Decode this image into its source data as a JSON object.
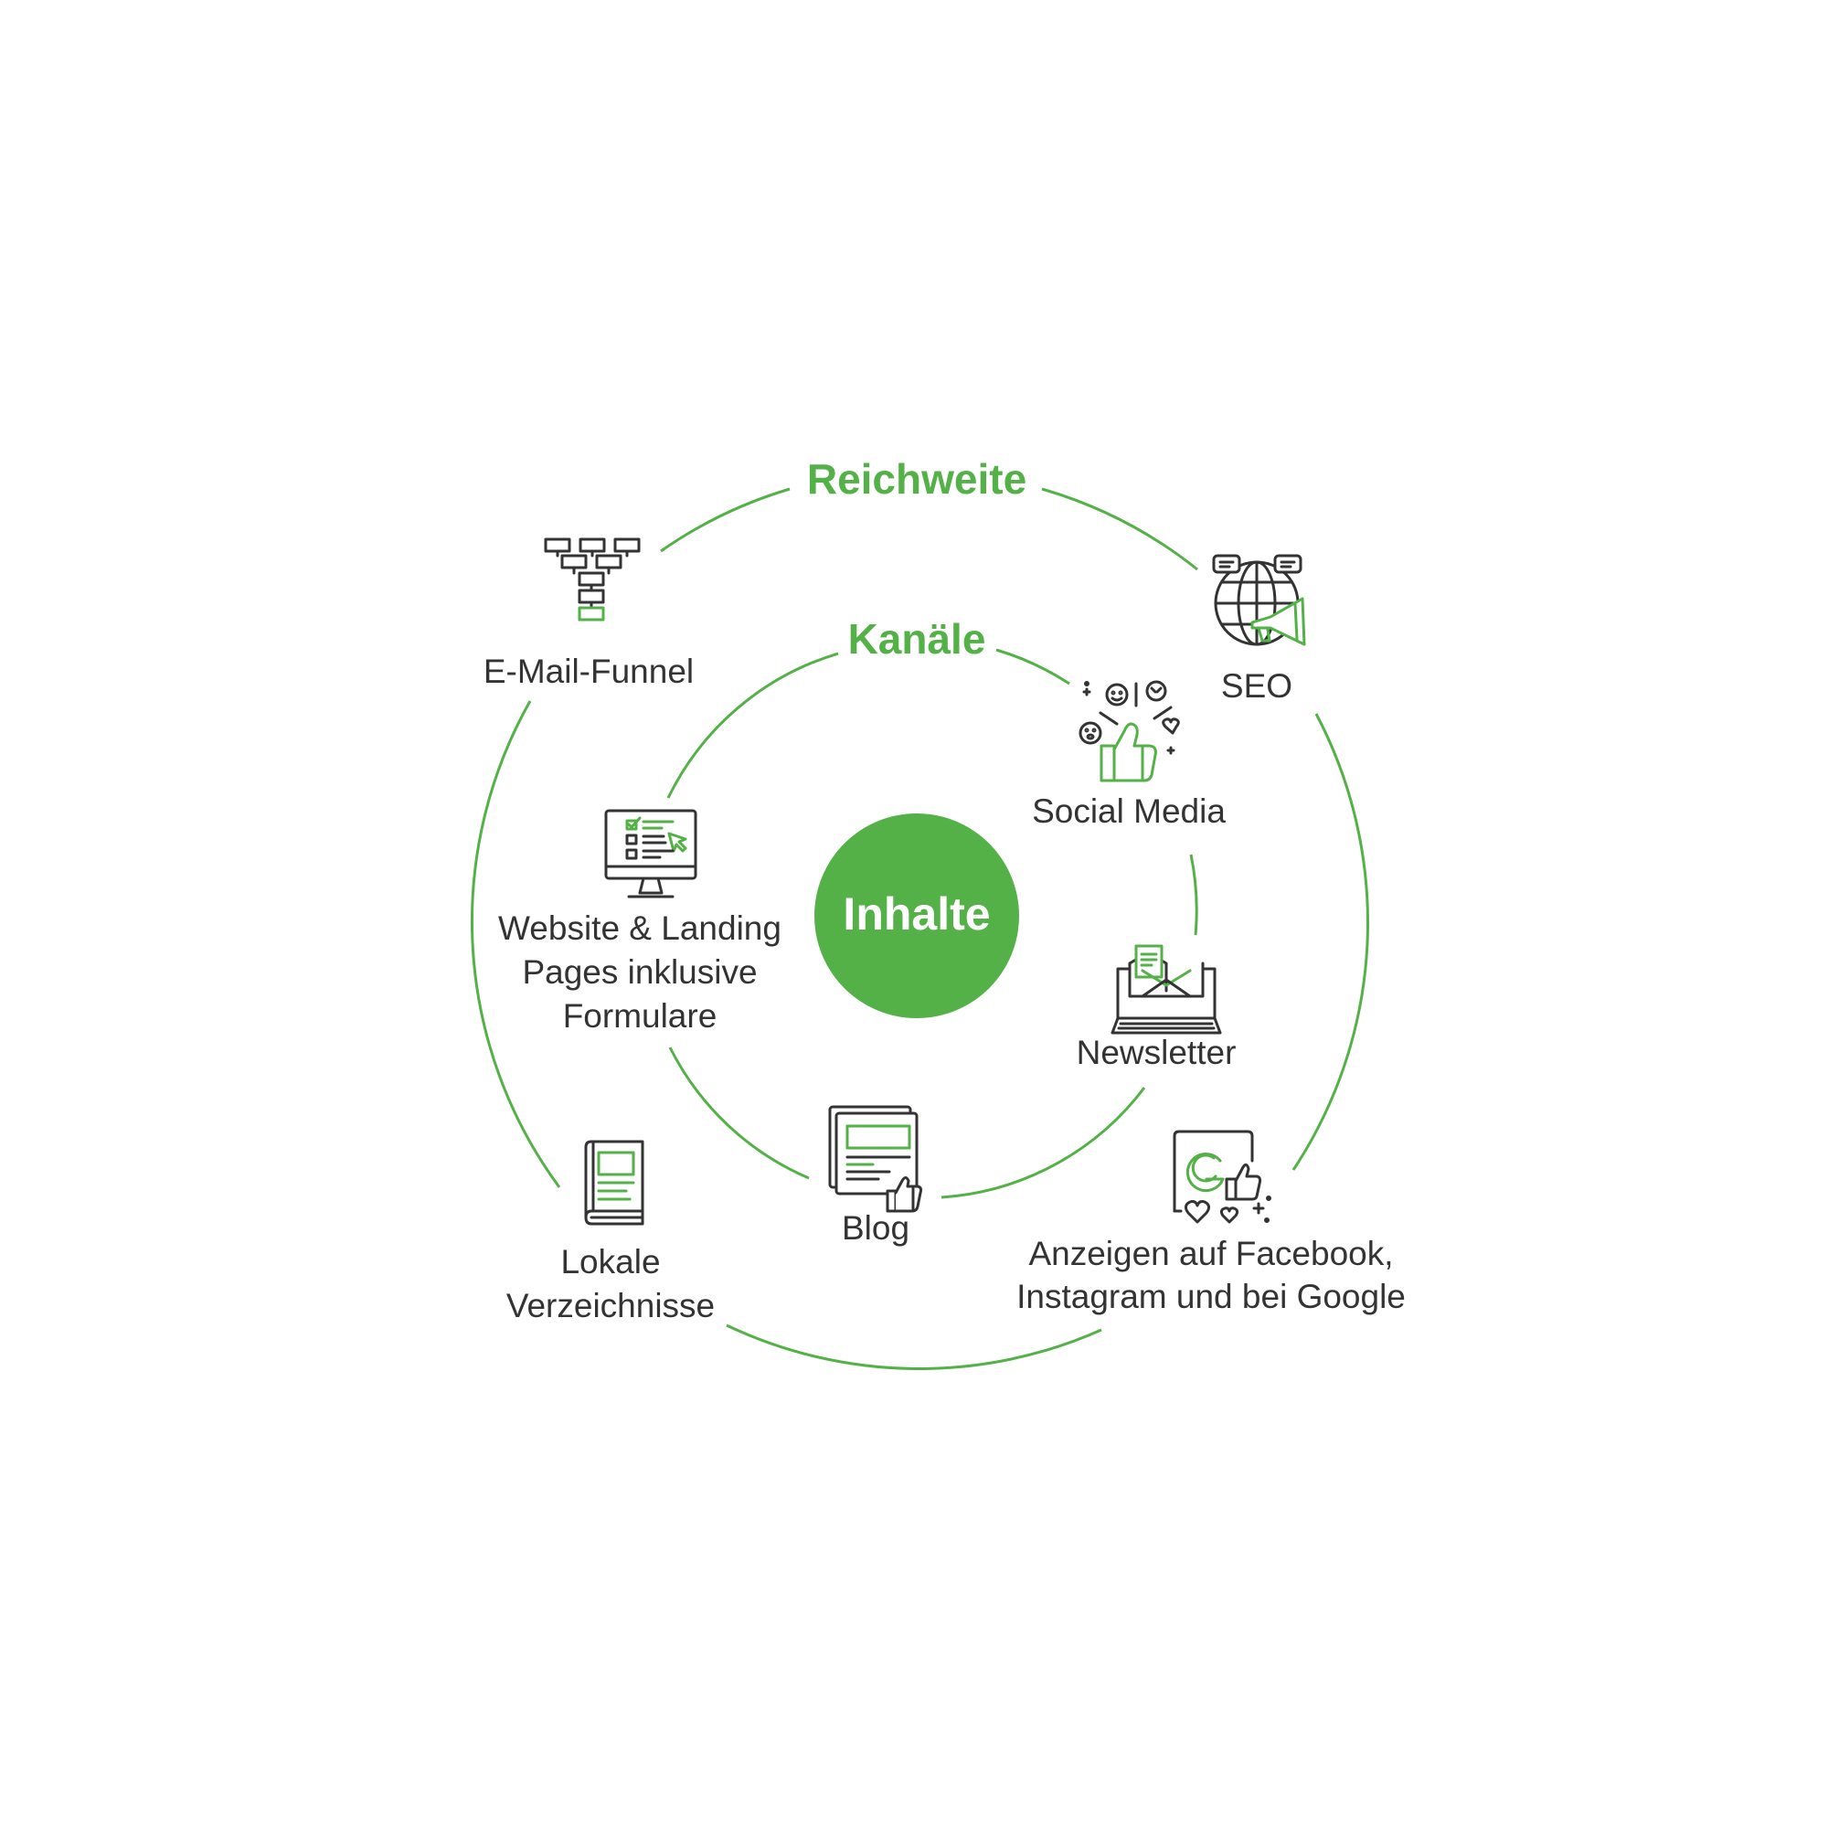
{
  "colors": {
    "accent": "#54b147",
    "text": "#333333",
    "icon": "#333333",
    "background": "#ffffff"
  },
  "center": {
    "label": "Inhalte"
  },
  "rings": {
    "inner": {
      "title": "Kanäle"
    },
    "outer": {
      "title": "Reichweite"
    }
  },
  "inner_items": [
    {
      "label": "Social Media",
      "icon": "social-media-like-icon"
    },
    {
      "label": "Newsletter",
      "icon": "laptop-newsletter-icon"
    },
    {
      "label": "Blog",
      "icon": "blog-article-icon"
    },
    {
      "label_lines": [
        "Website & Landing",
        "Pages inklusive",
        "Formulare"
      ],
      "icon": "monitor-form-icon"
    }
  ],
  "outer_items": [
    {
      "label": "E-Mail-Funnel",
      "icon": "email-funnel-tree-icon"
    },
    {
      "label": "SEO",
      "icon": "globe-megaphone-icon"
    },
    {
      "label_lines": [
        "Anzeigen auf Facebook,",
        "Instagram und bei Google"
      ],
      "icon": "google-ads-like-icon"
    },
    {
      "label_lines": [
        "Lokale",
        "Verzeichnisse"
      ],
      "icon": "directory-book-icon"
    }
  ]
}
